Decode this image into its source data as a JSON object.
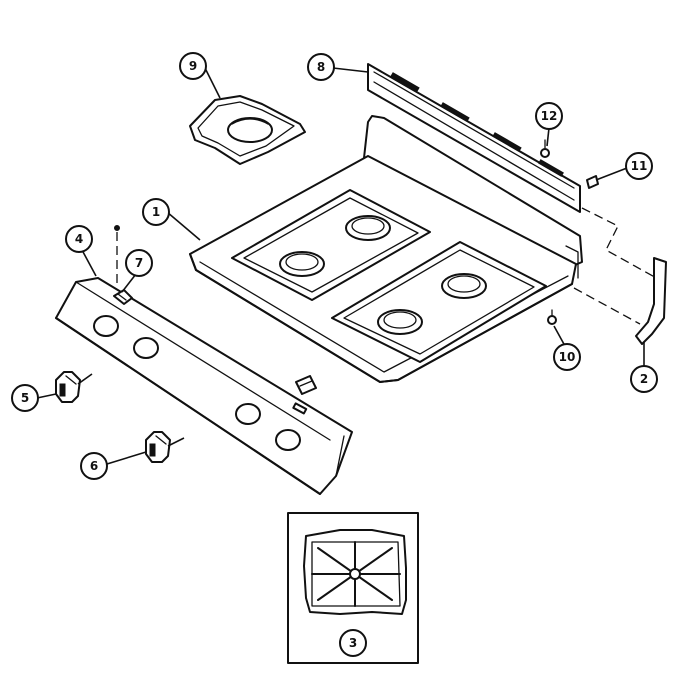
{
  "diagram": {
    "callouts": [
      {
        "id": "c9",
        "label": "9"
      },
      {
        "id": "c8",
        "label": "8"
      },
      {
        "id": "c12",
        "label": "12"
      },
      {
        "id": "c11",
        "label": "11"
      },
      {
        "id": "c1",
        "label": "1"
      },
      {
        "id": "c4",
        "label": "4"
      },
      {
        "id": "c7",
        "label": "7"
      },
      {
        "id": "c5",
        "label": "5"
      },
      {
        "id": "c6",
        "label": "6"
      },
      {
        "id": "c10",
        "label": "10"
      },
      {
        "id": "c2",
        "label": "2"
      },
      {
        "id": "c3",
        "label": "3"
      }
    ]
  }
}
